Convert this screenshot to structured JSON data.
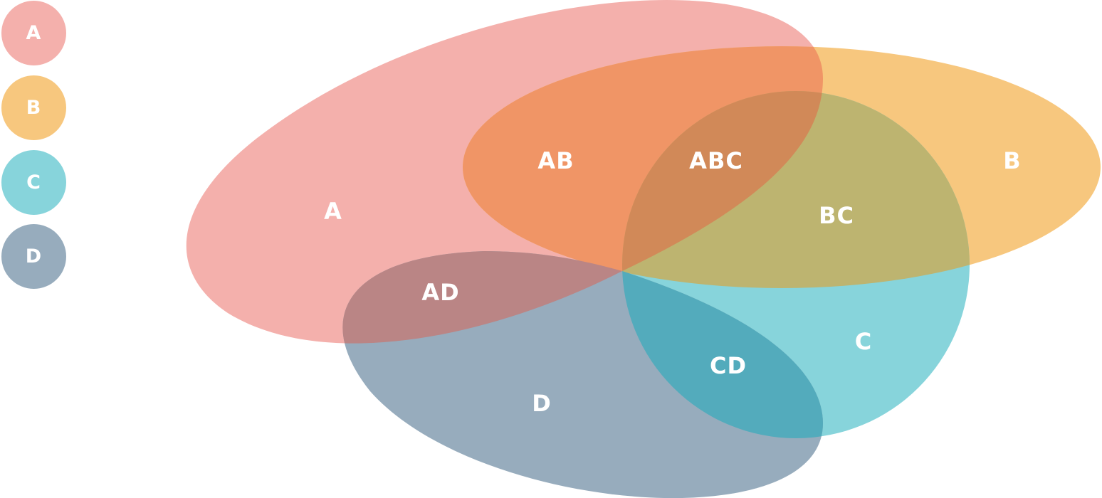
{
  "colors": {
    "A": "#F4B0AC",
    "B": "#F7C77E",
    "C": "#87D4DB",
    "D": "#97ACBD",
    "AB": "#F09566",
    "ABC": "#D18958",
    "BC": "#BDB470",
    "AD": "#BA8585",
    "CD": "#53ABBC"
  },
  "legend": [
    {
      "label": "A"
    },
    {
      "label": "B"
    },
    {
      "label": "C"
    },
    {
      "label": "D"
    }
  ],
  "regions": {
    "A": "A",
    "B": "B",
    "C": "C",
    "D": "D",
    "AB": "AB",
    "ABC": "ABC",
    "BC": "BC",
    "AD": "AD",
    "CD": "CD"
  }
}
